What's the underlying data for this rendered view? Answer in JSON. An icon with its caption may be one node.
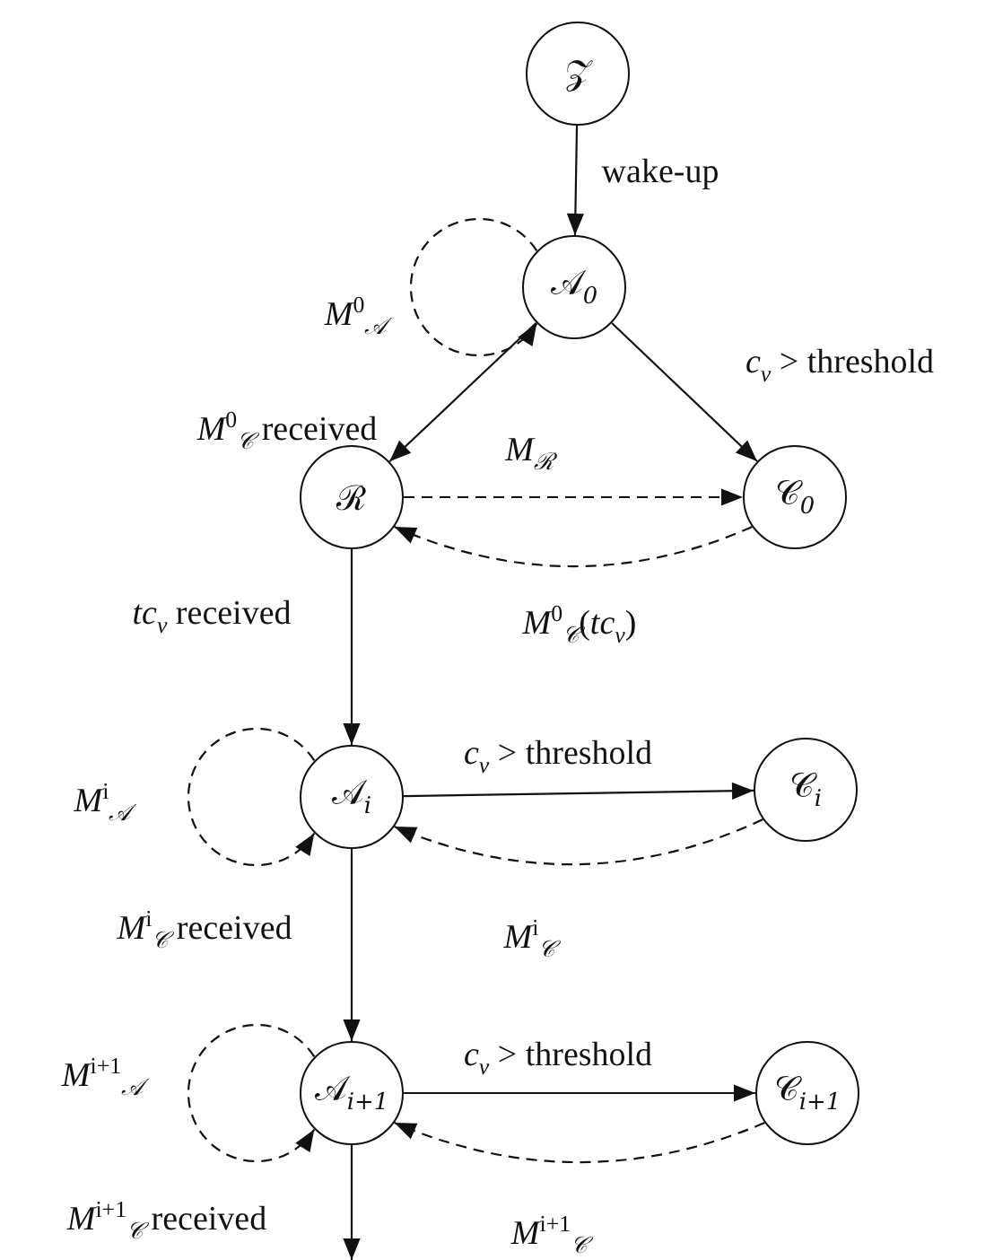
{
  "diagram": {
    "nodes": [
      {
        "text": [
          "𝒵"
        ]
      },
      {
        "text": [
          "𝒜$_{0}$"
        ]
      },
      {
        "text": [
          "ℛ"
        ]
      },
      {
        "text": [
          "𝒞$_{0}$"
        ]
      },
      {
        "text": [
          "𝒜$_{i}$"
        ]
      },
      {
        "text": [
          "𝒞$_{i}$"
        ]
      },
      {
        "text": [
          "𝒜$_{i+1}$"
        ]
      },
      {
        "text": [
          "𝒞$_{i+1}$"
        ]
      }
    ],
    "edges": [
      {
        "from": 0,
        "to": 1,
        "arrow": "to",
        "label": "wake-up"
      },
      {
        "from": 1,
        "to": 1,
        "arrow": "to",
        "style": "dashed",
        "label": "*M*$^{0}$$_{𝒜}$"
      },
      {
        "from": 1,
        "to": 2,
        "arrow": "to",
        "label": "*M*$^{0}$$_{𝒞}$ received"
      },
      {
        "from": 1,
        "to": 3,
        "arrow": "to",
        "label": "*c*$_{v}$ > threshold"
      },
      {
        "from": 2,
        "to": 3,
        "arrow": "to",
        "style": "dashed",
        "label": "*M*$_{ℛ}$"
      },
      {
        "from": 3,
        "to": 2,
        "arrow": "to",
        "style": "dashed",
        "label": "*M*$^{0}$$_{𝒞}$(*tc*$_{v}$)"
      },
      {
        "from": 2,
        "to": 4,
        "arrow": "to",
        "label": "*tc*$_{v}$ received"
      },
      {
        "from": 4,
        "to": 4,
        "arrow": "to",
        "style": "dashed",
        "label": "*M*$^{i}$$_{𝒜}$"
      },
      {
        "from": 4,
        "to": 5,
        "arrow": "to",
        "label": "*c*$_{v}$ > threshold"
      },
      {
        "from": 5,
        "to": 4,
        "arrow": "to",
        "style": "dashed",
        "label": "*M*$^{i}$$_{𝒞}$"
      },
      {
        "from": 4,
        "to": 6,
        "arrow": "to",
        "label": "*M*$^{i}$$_{𝒞}$ received"
      },
      {
        "from": 6,
        "to": 6,
        "arrow": "to",
        "style": "dashed",
        "label": "*M*$^{i+1}$$_{𝒜}$"
      },
      {
        "from": 6,
        "to": 7,
        "arrow": "to",
        "label": "*c*$_{v}$ > threshold"
      },
      {
        "from": 7,
        "to": 6,
        "arrow": "to",
        "style": "dashed",
        "label": "*M*$^{i+1}$$_{𝒞}$"
      },
      {
        "from": 6,
        "to": null,
        "arrow": "to",
        "label": "*M*$^{i+1}$$_{𝒞}$ received"
      }
    ]
  }
}
